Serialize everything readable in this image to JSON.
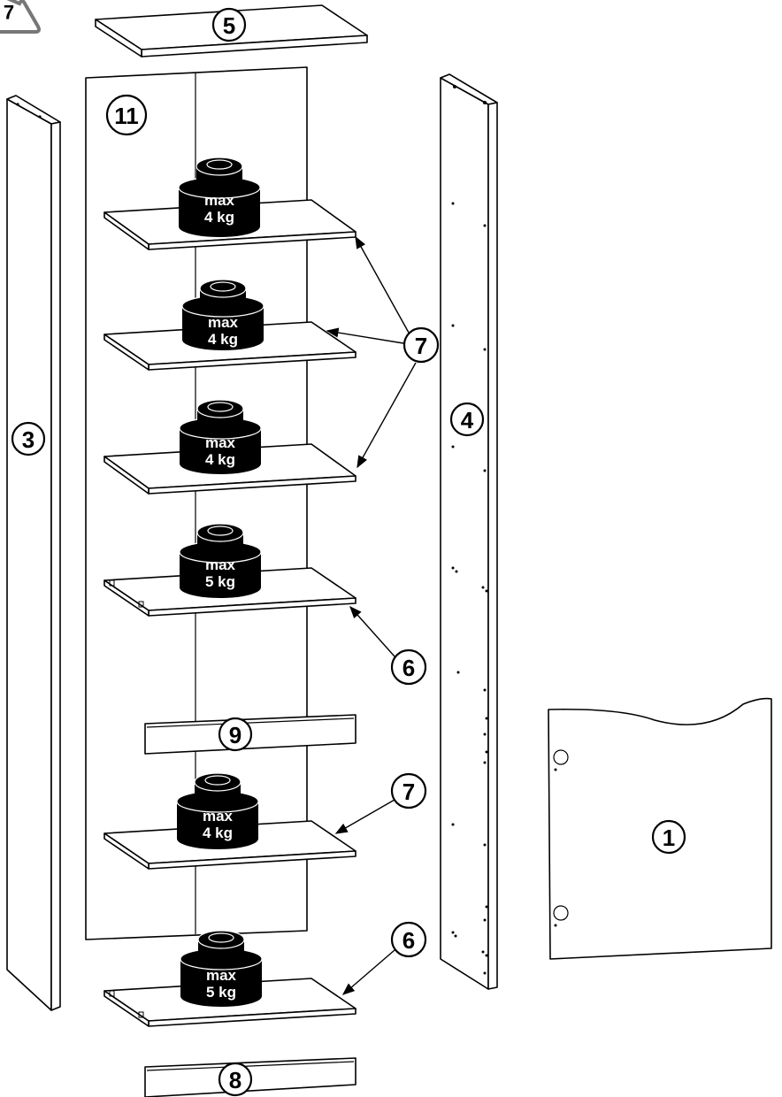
{
  "step": {
    "number": "7"
  },
  "parts": {
    "top_panel": "5",
    "back_panel": "11",
    "left_side": "3",
    "right_side": "4",
    "door": "1",
    "shelf_std": "7",
    "shelf_fixed": "6",
    "rail_middle": "9",
    "rail_bottom": "8"
  },
  "weights": [
    {
      "line1": "max",
      "line2": "4 kg"
    },
    {
      "line1": "max",
      "line2": "4 kg"
    },
    {
      "line1": "max",
      "line2": "4 kg"
    },
    {
      "line1": "max",
      "line2": "5 kg"
    },
    {
      "line1": "max",
      "line2": "4 kg"
    },
    {
      "line1": "max",
      "line2": "5 kg"
    }
  ],
  "colors": {
    "line": "#000000",
    "background": "#ffffff",
    "weight_fill": "#000000"
  }
}
